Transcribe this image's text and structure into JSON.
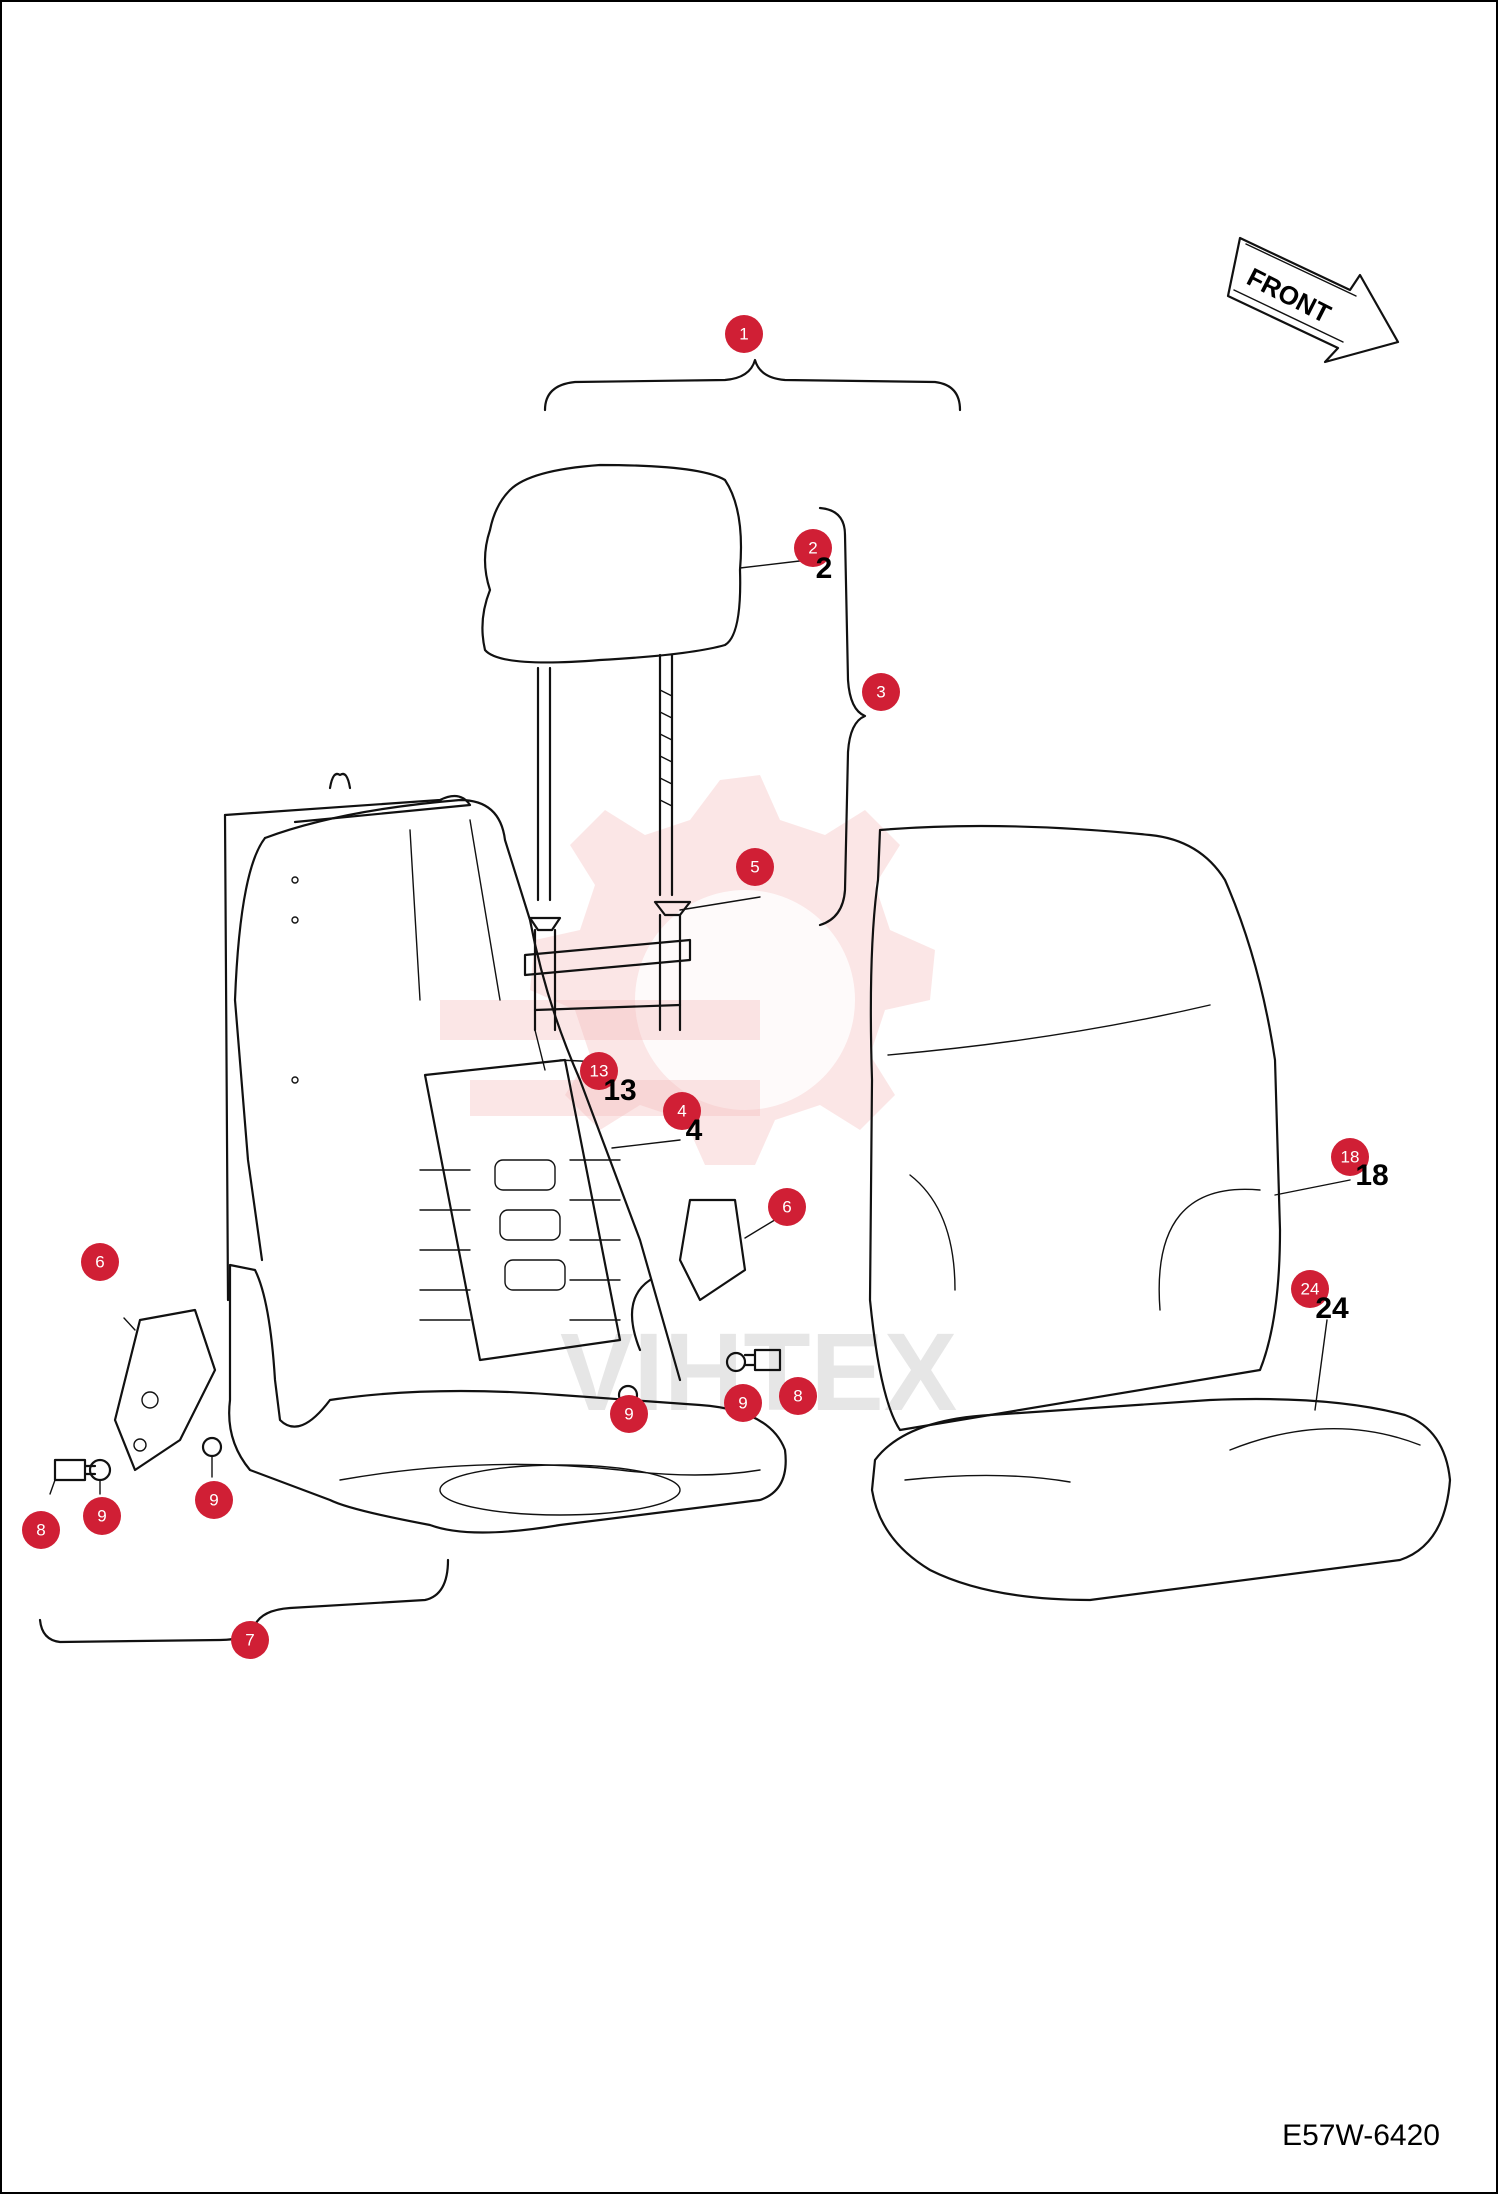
{
  "drawing_code": "E57W-6420",
  "front_label": "FRONT",
  "watermark_text": "VIHTEX",
  "accent_color": "#d01f35",
  "callouts": [
    {
      "label": "1"
    },
    {
      "label": "2"
    },
    {
      "label": "3"
    },
    {
      "label": "5"
    },
    {
      "label": "13"
    },
    {
      "label": "4"
    },
    {
      "label": "6"
    },
    {
      "label": "6"
    },
    {
      "label": "18"
    },
    {
      "label": "24"
    },
    {
      "label": "9"
    },
    {
      "label": "9"
    },
    {
      "label": "8"
    },
    {
      "label": "8"
    },
    {
      "label": "9"
    },
    {
      "label": "9"
    },
    {
      "label": "7"
    }
  ],
  "part_numbers": [
    {
      "label": "2"
    },
    {
      "label": "13"
    },
    {
      "label": "4"
    },
    {
      "label": "18"
    },
    {
      "label": "24"
    }
  ]
}
